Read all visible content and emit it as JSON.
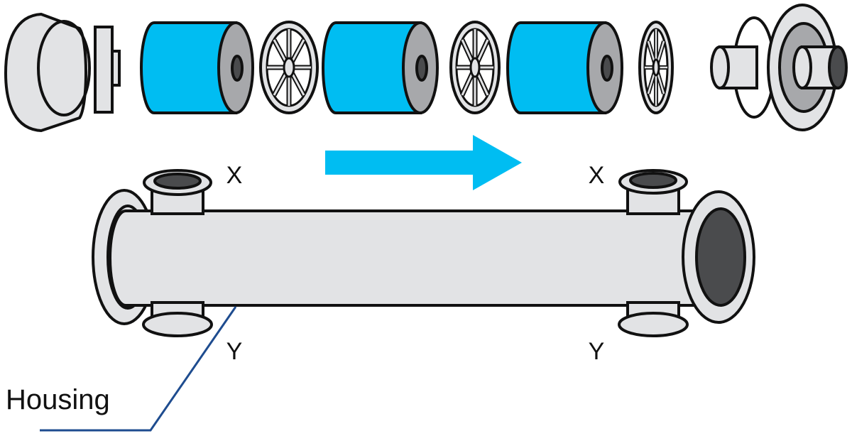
{
  "labels": {
    "port_top_left": "X",
    "port_top_right": "X",
    "port_bottom_left": "Y",
    "port_bottom_right": "Y",
    "housing": "Housing"
  },
  "colors": {
    "cartridge_blue": "#00BDF2",
    "flow_arrow": "#00BDF2",
    "housing_fill": "#E2E3E5",
    "end_face": "#A7A8AB",
    "bore_dark": "#4A4B4D",
    "outline": "#111111",
    "leader_line": "#1E4C8F"
  },
  "icons": {
    "flow_direction": "arrow-right-icon",
    "spacer": "spoked-wheel-icon"
  }
}
